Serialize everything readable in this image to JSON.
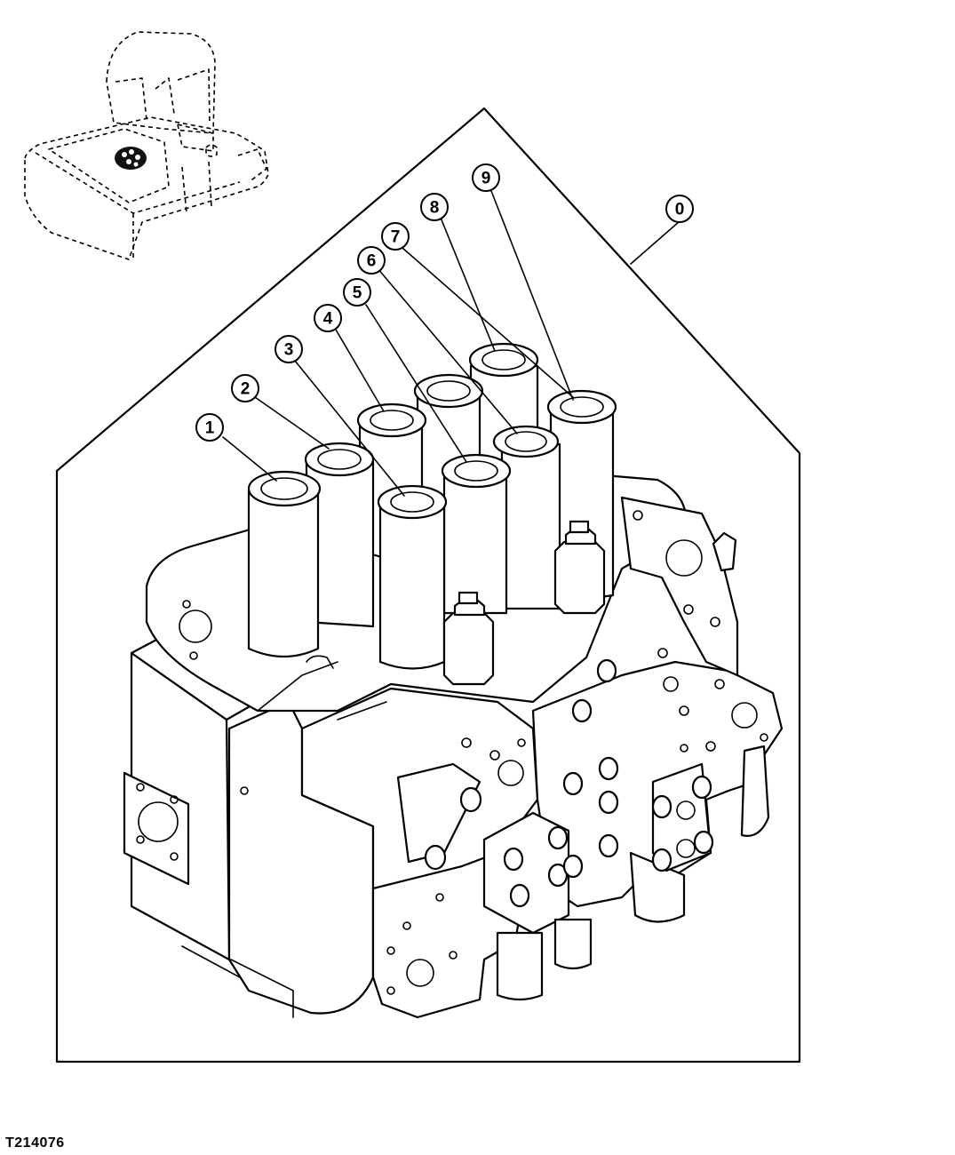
{
  "figure_id": "T214076",
  "callouts": [
    {
      "label": "0"
    },
    {
      "label": "1"
    },
    {
      "label": "2"
    },
    {
      "label": "3"
    },
    {
      "label": "4"
    },
    {
      "label": "5"
    },
    {
      "label": "6"
    },
    {
      "label": "7"
    },
    {
      "label": "8"
    },
    {
      "label": "9"
    }
  ]
}
